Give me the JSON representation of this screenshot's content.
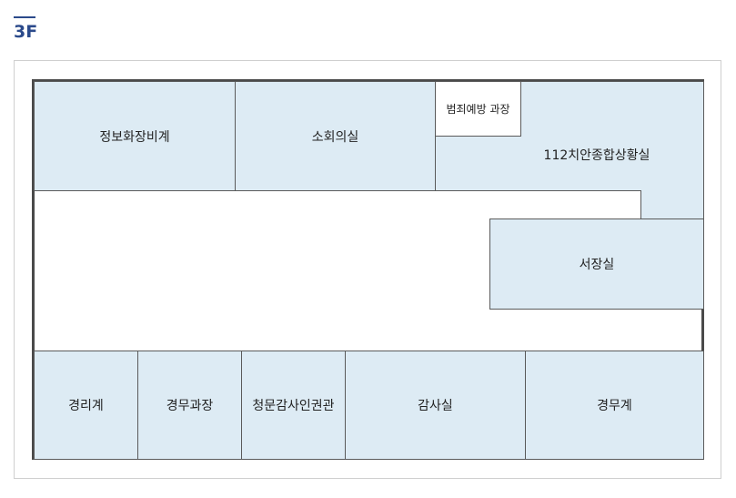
{
  "floor_label": "3F",
  "rooms": {
    "info_secretary": "정보화장비계",
    "small_meeting": "소회의실",
    "crime_prevention": "범죄예방 과장",
    "situation_room": "112치안종합상황실",
    "chief_office": "서장실",
    "logistics": "경리계",
    "admin_chief": "경무과장",
    "audit_hearing": "청문감사인권관",
    "audit_room": "감사실",
    "admin_team": "경무계"
  },
  "colors": {
    "room_fill": "#ddebf4",
    "floor_label": "#2b4a8b",
    "wall": "#4a4a4a"
  }
}
